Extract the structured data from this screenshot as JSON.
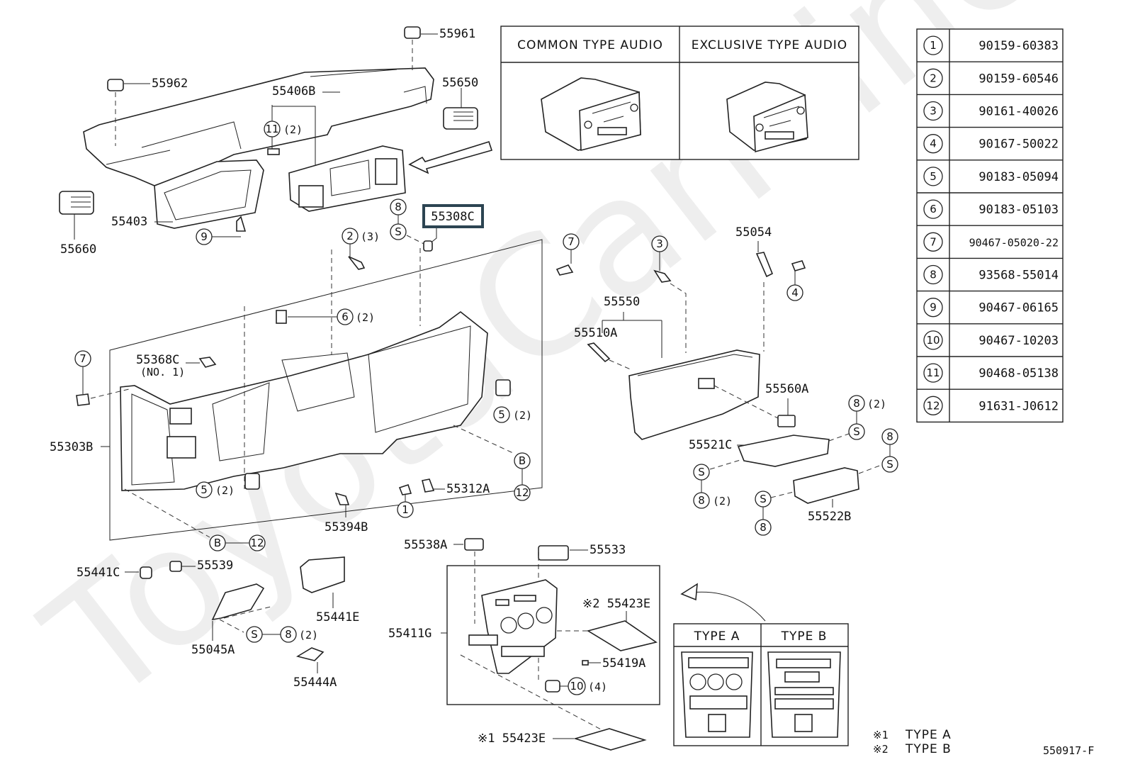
{
  "watermark": "ToyotaCarMine",
  "highlighted_part": "55308C",
  "diagram_code": "550917-F",
  "audio_box": {
    "headers": [
      "COMMON TYPE AUDIO",
      "EXCLUSIVE TYPE AUDIO"
    ]
  },
  "type_box": {
    "headers": [
      "TYPE A",
      "TYPE B"
    ]
  },
  "notes": [
    {
      "mark": "※1",
      "text": "TYPE  A"
    },
    {
      "mark": "※2",
      "text": "TYPE  B"
    }
  ],
  "fastener_table": [
    {
      "ref": "1",
      "part": "90159-60383"
    },
    {
      "ref": "2",
      "part": "90159-60546"
    },
    {
      "ref": "3",
      "part": "90161-40026"
    },
    {
      "ref": "4",
      "part": "90167-50022"
    },
    {
      "ref": "5",
      "part": "90183-05094"
    },
    {
      "ref": "6",
      "part": "90183-05103"
    },
    {
      "ref": "7",
      "part": "90467-05020-22"
    },
    {
      "ref": "8",
      "part": "93568-55014"
    },
    {
      "ref": "9",
      "part": "90467-06165"
    },
    {
      "ref": "10",
      "part": "90467-10203"
    },
    {
      "ref": "11",
      "part": "90468-05138"
    },
    {
      "ref": "12",
      "part": "91631-J0612"
    }
  ],
  "part_labels": {
    "p55961": "55961",
    "p55962": "55962",
    "p55406B": "55406B",
    "p55650": "55650",
    "p55403": "55403",
    "p55660": "55660",
    "p55308C": "55308C",
    "p55054": "55054",
    "p55550": "55550",
    "p55510A": "55510A",
    "p55368C": "55368C",
    "p55368C_sub": "(NO. 1)",
    "p55303B": "55303B",
    "p55560A": "55560A",
    "p55521C": "55521C",
    "p55522B": "55522B",
    "p55312A": "55312A",
    "p55394B": "55394B",
    "p55441C": "55441C",
    "p55539": "55539",
    "p55441E": "55441E",
    "p55045A": "55045A",
    "p55444A": "55444A",
    "p55538A": "55538A",
    "p55533": "55533",
    "p55411G": "55411G",
    "p55423E_2": "※2 55423E",
    "p55419A": "55419A",
    "p55423E_1": "※1 55423E"
  },
  "callouts": {
    "c11": {
      "ref": "11",
      "qty": "(2)"
    },
    "c9": {
      "ref": "9",
      "qty": ""
    },
    "c8_top": {
      "ref": "8",
      "qty": ""
    },
    "cS_top": {
      "ref": "S",
      "qty": ""
    },
    "c2": {
      "ref": "2",
      "qty": "(3)"
    },
    "c7_right": {
      "ref": "7",
      "qty": ""
    },
    "c3": {
      "ref": "3",
      "qty": ""
    },
    "c4": {
      "ref": "4",
      "qty": ""
    },
    "c6": {
      "ref": "6",
      "qty": "(2)"
    },
    "c7_left": {
      "ref": "7",
      "qty": ""
    },
    "c5_right": {
      "ref": "5",
      "qty": "(2)"
    },
    "c5_left": {
      "ref": "5",
      "qty": "(2)"
    },
    "cB_right": {
      "ref": "B",
      "qty": ""
    },
    "c12_right": {
      "ref": "12",
      "qty": ""
    },
    "c1": {
      "ref": "1",
      "qty": ""
    },
    "cB_left": {
      "ref": "B",
      "qty": ""
    },
    "c12_left": {
      "ref": "12",
      "qty": ""
    },
    "c8_gb1": {
      "ref": "8",
      "qty": "(2)"
    },
    "cS_gb1": {
      "ref": "S",
      "qty": ""
    },
    "c8_gb2": {
      "ref": "8",
      "qty": ""
    },
    "cS_gb2": {
      "ref": "S",
      "qty": ""
    },
    "cS_gb3": {
      "ref": "S",
      "qty": ""
    },
    "c8_gb3": {
      "ref": "8",
      "qty": "(2)"
    },
    "cS_gb4": {
      "ref": "S",
      "qty": ""
    },
    "c8_gb4": {
      "ref": "8",
      "qty": ""
    },
    "cS_low": {
      "ref": "S",
      "qty": ""
    },
    "c8_low": {
      "ref": "8",
      "qty": "(2)"
    },
    "c10": {
      "ref": "10",
      "qty": "(4)"
    }
  }
}
